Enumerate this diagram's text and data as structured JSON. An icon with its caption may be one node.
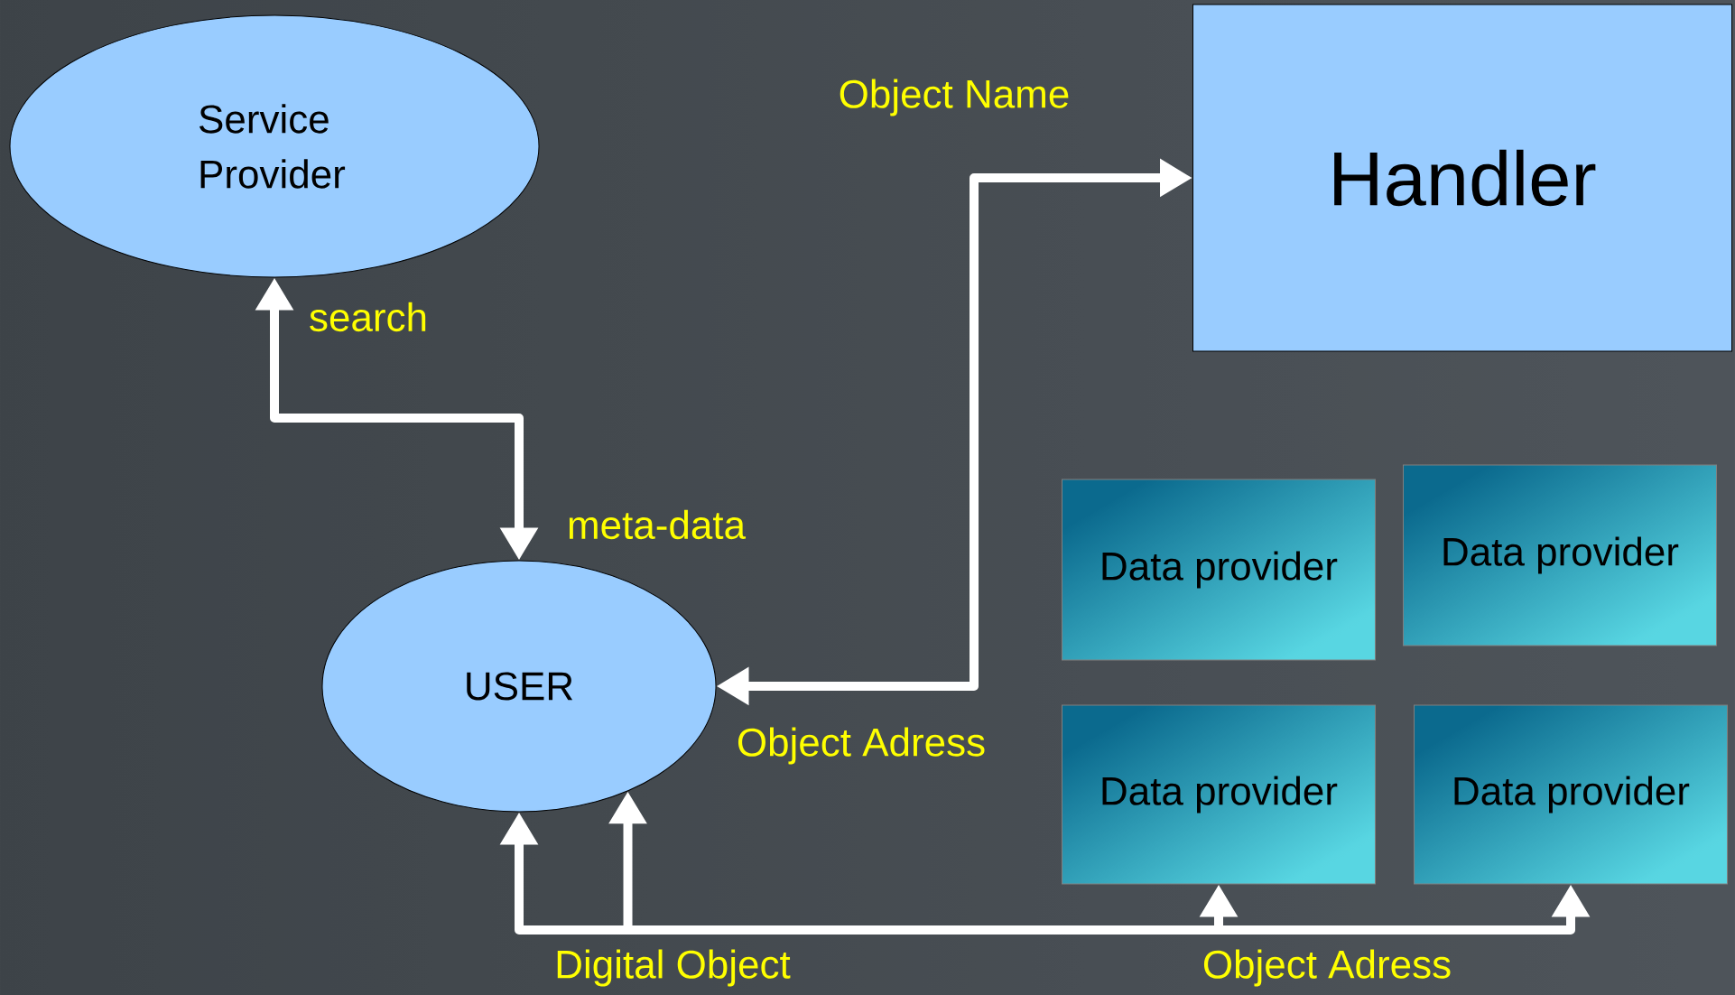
{
  "diagram": {
    "nodes": [
      {
        "text": [
          "Service Provider"
        ]
      },
      {
        "text": [
          "Handler"
        ]
      },
      {
        "text": [
          "USER"
        ]
      },
      {
        "text": [
          "Data provider"
        ]
      },
      {
        "text": [
          "Data provider"
        ]
      },
      {
        "text": [
          "Data provider"
        ]
      },
      {
        "text": [
          "Data provider"
        ]
      }
    ],
    "edges": [
      {
        "from": 0,
        "to": 2,
        "arrow": "both"
      },
      {
        "from": 2,
        "to": 1,
        "arrow": "both"
      },
      {
        "from": 5,
        "to": 2,
        "arrow": "both"
      },
      {
        "from": 6,
        "to": 2,
        "arrow": "both"
      }
    ],
    "labels": [
      "Object Name",
      "search",
      "meta-data",
      "Object Adress",
      "Digital Object",
      "Object Adress"
    ]
  }
}
